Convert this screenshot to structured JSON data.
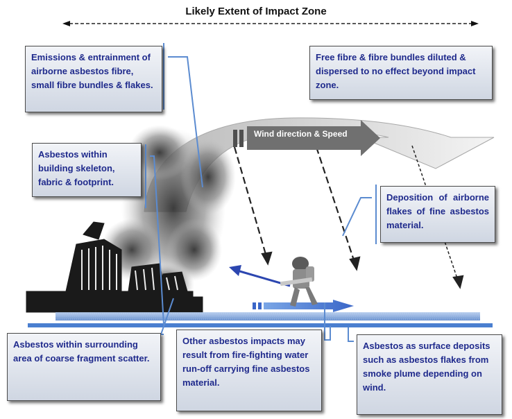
{
  "title": "Likely Extent of Impact Zone",
  "wind_label": "Wind direction & Speed",
  "boxes": {
    "emissions": "Emissions & entrainment of airborne asbestos fibre, small fibre bundles & flakes.",
    "free_fibre": "Free fibre & fibre bundles diluted & dispersed to no effect beyond impact zone.",
    "building": "Asbestos within building skeleton, fabric & footprint.",
    "deposition": "Deposition of airborne flakes of fine asbestos material.",
    "surrounding": "Asbestos within surrounding area of coarse fragment scatter.",
    "water_runoff": "Other asbestos impacts may result from fire-fighting water run-off carrying fine asbestos material.",
    "surface_deposits": "Asbestos as surface deposits such as asbestos flakes from smoke plume depending on wind."
  },
  "colors": {
    "box_text": "#1f2a8c",
    "leader": "#5b8bd0",
    "ground": "#5b8bd0",
    "plume_arrow": "#d2d2d2",
    "wind_arrow": "#6f6f6f",
    "water_arrow": "#3b5fc4"
  },
  "icons": [
    "firefighter-icon",
    "burning-building-icon",
    "smoke-plume-icon"
  ]
}
